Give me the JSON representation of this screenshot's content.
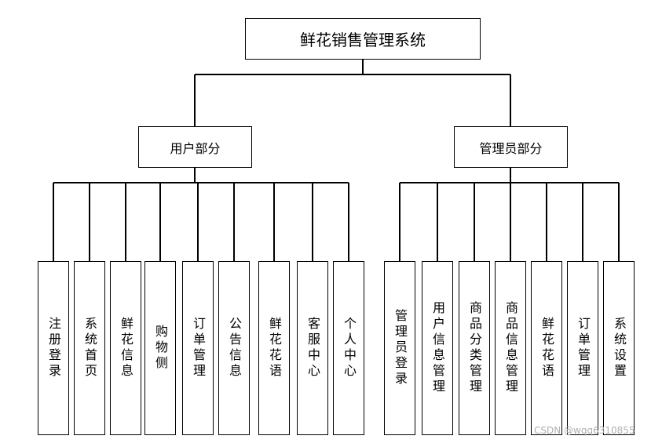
{
  "root": {
    "label": "鲜花销售管理系统"
  },
  "branches": [
    {
      "label": "用户部分",
      "children": [
        "注册登录",
        "系统首页",
        "鲜花信息",
        "购物侧",
        "订单管理",
        "公告信息",
        "鲜花花语",
        "客服中心",
        "个人中心"
      ]
    },
    {
      "label": "管理员部分",
      "children": [
        "管理员登录",
        "用户信息管理",
        "商品分类管理",
        "商品信息管理",
        "鲜花花语",
        "订单管理",
        "系统设置"
      ]
    }
  ],
  "watermark": "CSDN @wqq6310855"
}
